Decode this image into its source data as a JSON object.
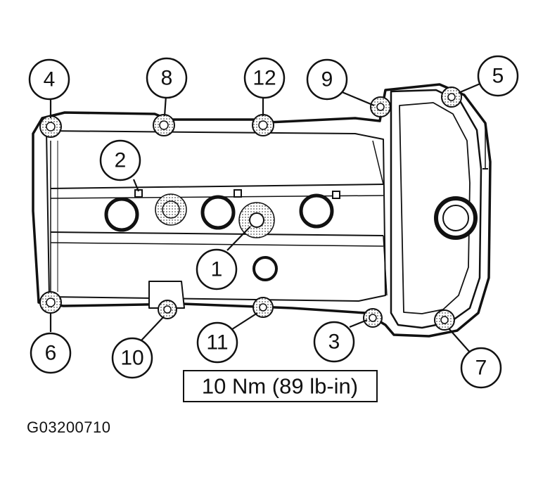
{
  "callouts": [
    "1",
    "2",
    "3",
    "4",
    "5",
    "6",
    "7",
    "8",
    "9",
    "10",
    "11",
    "12"
  ],
  "torque_spec": "10 Nm (89 lb-in)",
  "figure_code": "G03200710"
}
